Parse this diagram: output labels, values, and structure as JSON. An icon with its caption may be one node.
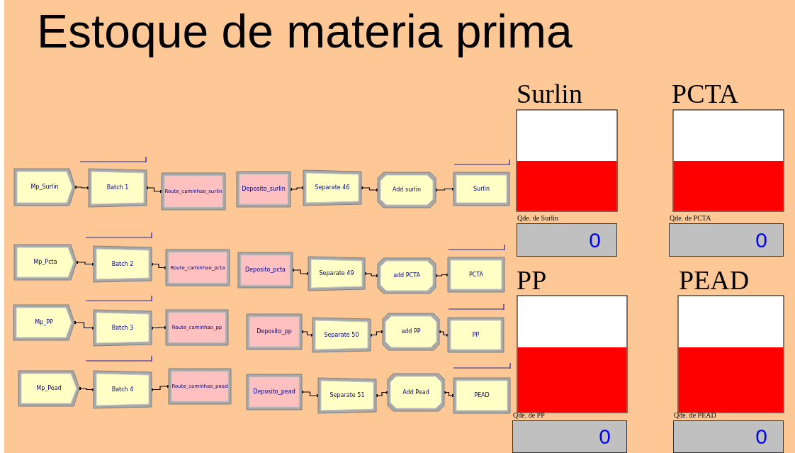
{
  "diagram": {
    "title": "Estoque de materia prima",
    "nodes": [
      {
        "text": [
          "Mp_Surlin"
        ]
      },
      {
        "text": [
          "Batch 1"
        ]
      },
      {
        "text": [
          "Route_caminhao_surlin"
        ]
      },
      {
        "text": [
          "Deposito_surlin"
        ]
      },
      {
        "text": [
          "Separate 46"
        ]
      },
      {
        "text": [
          "Add surlin"
        ]
      },
      {
        "text": [
          "Surlin"
        ]
      },
      {
        "text": [
          "Mp_Pcta"
        ]
      },
      {
        "text": [
          "Batch 2"
        ]
      },
      {
        "text": [
          "Route_caminhao_pcta"
        ]
      },
      {
        "text": [
          "Deposito_pcta"
        ]
      },
      {
        "text": [
          "Separate 49"
        ]
      },
      {
        "text": [
          "add PCTA"
        ]
      },
      {
        "text": [
          "PCTA"
        ]
      },
      {
        "text": [
          "Mp_PP"
        ]
      },
      {
        "text": [
          "Batch 3"
        ]
      },
      {
        "text": [
          "Route_caminhao_pp"
        ]
      },
      {
        "text": [
          "Deposito_pp"
        ]
      },
      {
        "text": [
          "Separate 50"
        ]
      },
      {
        "text": [
          "add PP"
        ]
      },
      {
        "text": [
          "PP"
        ]
      },
      {
        "text": [
          "Mp_Pead"
        ]
      },
      {
        "text": [
          "Batch 4"
        ]
      },
      {
        "text": [
          "Route_caminhao_pead"
        ]
      },
      {
        "text": [
          "Deposito_pead"
        ]
      },
      {
        "text": [
          "Separate 51"
        ]
      },
      {
        "text": [
          "Add Pead"
        ]
      },
      {
        "text": [
          "PEAD"
        ]
      },
      {
        "text": [
          "0"
        ],
        "beside": [
          "Qde. de Surlin"
        ]
      },
      {
        "text": [
          "0"
        ],
        "beside": [
          "Qde. de PCTA"
        ]
      },
      {
        "text": [
          "0"
        ],
        "beside": [
          "Qde. de PP"
        ]
      },
      {
        "text": [
          "0"
        ],
        "beside": [
          "Qde. de PEAD"
        ]
      }
    ],
    "edges": [
      {
        "from": 0,
        "to": 1,
        "arrow": "other"
      },
      {
        "from": 1,
        "to": 2,
        "arrow": "other"
      },
      {
        "from": 3,
        "to": 4,
        "arrow": "other"
      },
      {
        "from": 4,
        "to": 5,
        "arrow": "other"
      },
      {
        "from": 5,
        "to": 6,
        "arrow": "other"
      },
      {
        "from": 7,
        "to": 8,
        "arrow": "other"
      },
      {
        "from": 8,
        "to": 9,
        "arrow": "other"
      },
      {
        "from": 10,
        "to": 11,
        "arrow": "other"
      },
      {
        "from": 11,
        "to": 12,
        "arrow": "other"
      },
      {
        "from": 12,
        "to": 13,
        "arrow": "other"
      },
      {
        "from": 14,
        "to": 15,
        "arrow": "other"
      },
      {
        "from": 15,
        "to": 16,
        "arrow": "other"
      },
      {
        "from": 17,
        "to": 18,
        "arrow": "other"
      },
      {
        "from": 18,
        "to": 19,
        "arrow": "other"
      },
      {
        "from": 19,
        "to": 20,
        "arrow": "other"
      },
      {
        "from": 21,
        "to": 22,
        "arrow": "other"
      },
      {
        "from": 22,
        "to": 23,
        "arrow": "other"
      },
      {
        "from": 24,
        "to": 25,
        "arrow": "other"
      },
      {
        "from": 25,
        "to": 26,
        "arrow": "other"
      },
      {
        "from": 26,
        "to": 27,
        "arrow": "other"
      }
    ],
    "labels": [
      "Surlin",
      "PCTA",
      "PP",
      "PEAD"
    ]
  }
}
